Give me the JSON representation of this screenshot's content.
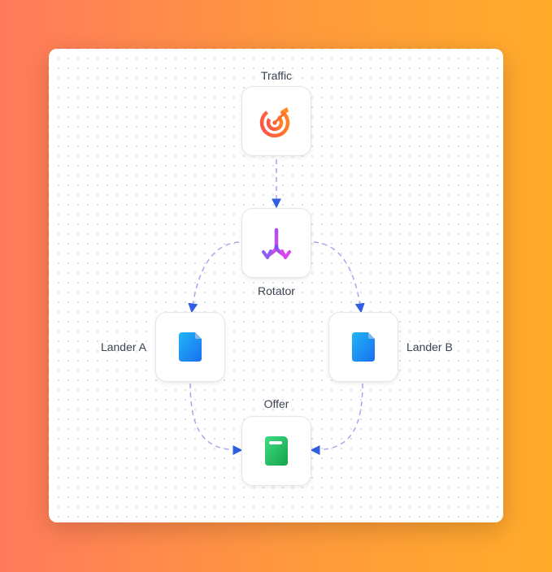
{
  "nodes": {
    "traffic": {
      "label": "Traffic",
      "icon": "target-icon"
    },
    "rotator": {
      "label": "Rotator",
      "icon": "split-arrows-icon"
    },
    "lander_a": {
      "label": "Lander A",
      "icon": "document-icon"
    },
    "lander_b": {
      "label": "Lander B",
      "icon": "document-icon"
    },
    "offer": {
      "label": "Offer",
      "icon": "offer-box-icon"
    }
  },
  "edges": [
    {
      "from": "traffic",
      "to": "rotator"
    },
    {
      "from": "rotator",
      "to": "lander_a"
    },
    {
      "from": "rotator",
      "to": "lander_b"
    },
    {
      "from": "lander_a",
      "to": "offer"
    },
    {
      "from": "lander_b",
      "to": "offer"
    }
  ],
  "colors": {
    "edge": "#a9a4f0",
    "arrow": "#2f5fe0",
    "traffic_icon": "#f23b3b",
    "rotator_icon": "#a855f7",
    "lander_icon": "#1a8cf0",
    "offer_icon": "#22c55e"
  }
}
